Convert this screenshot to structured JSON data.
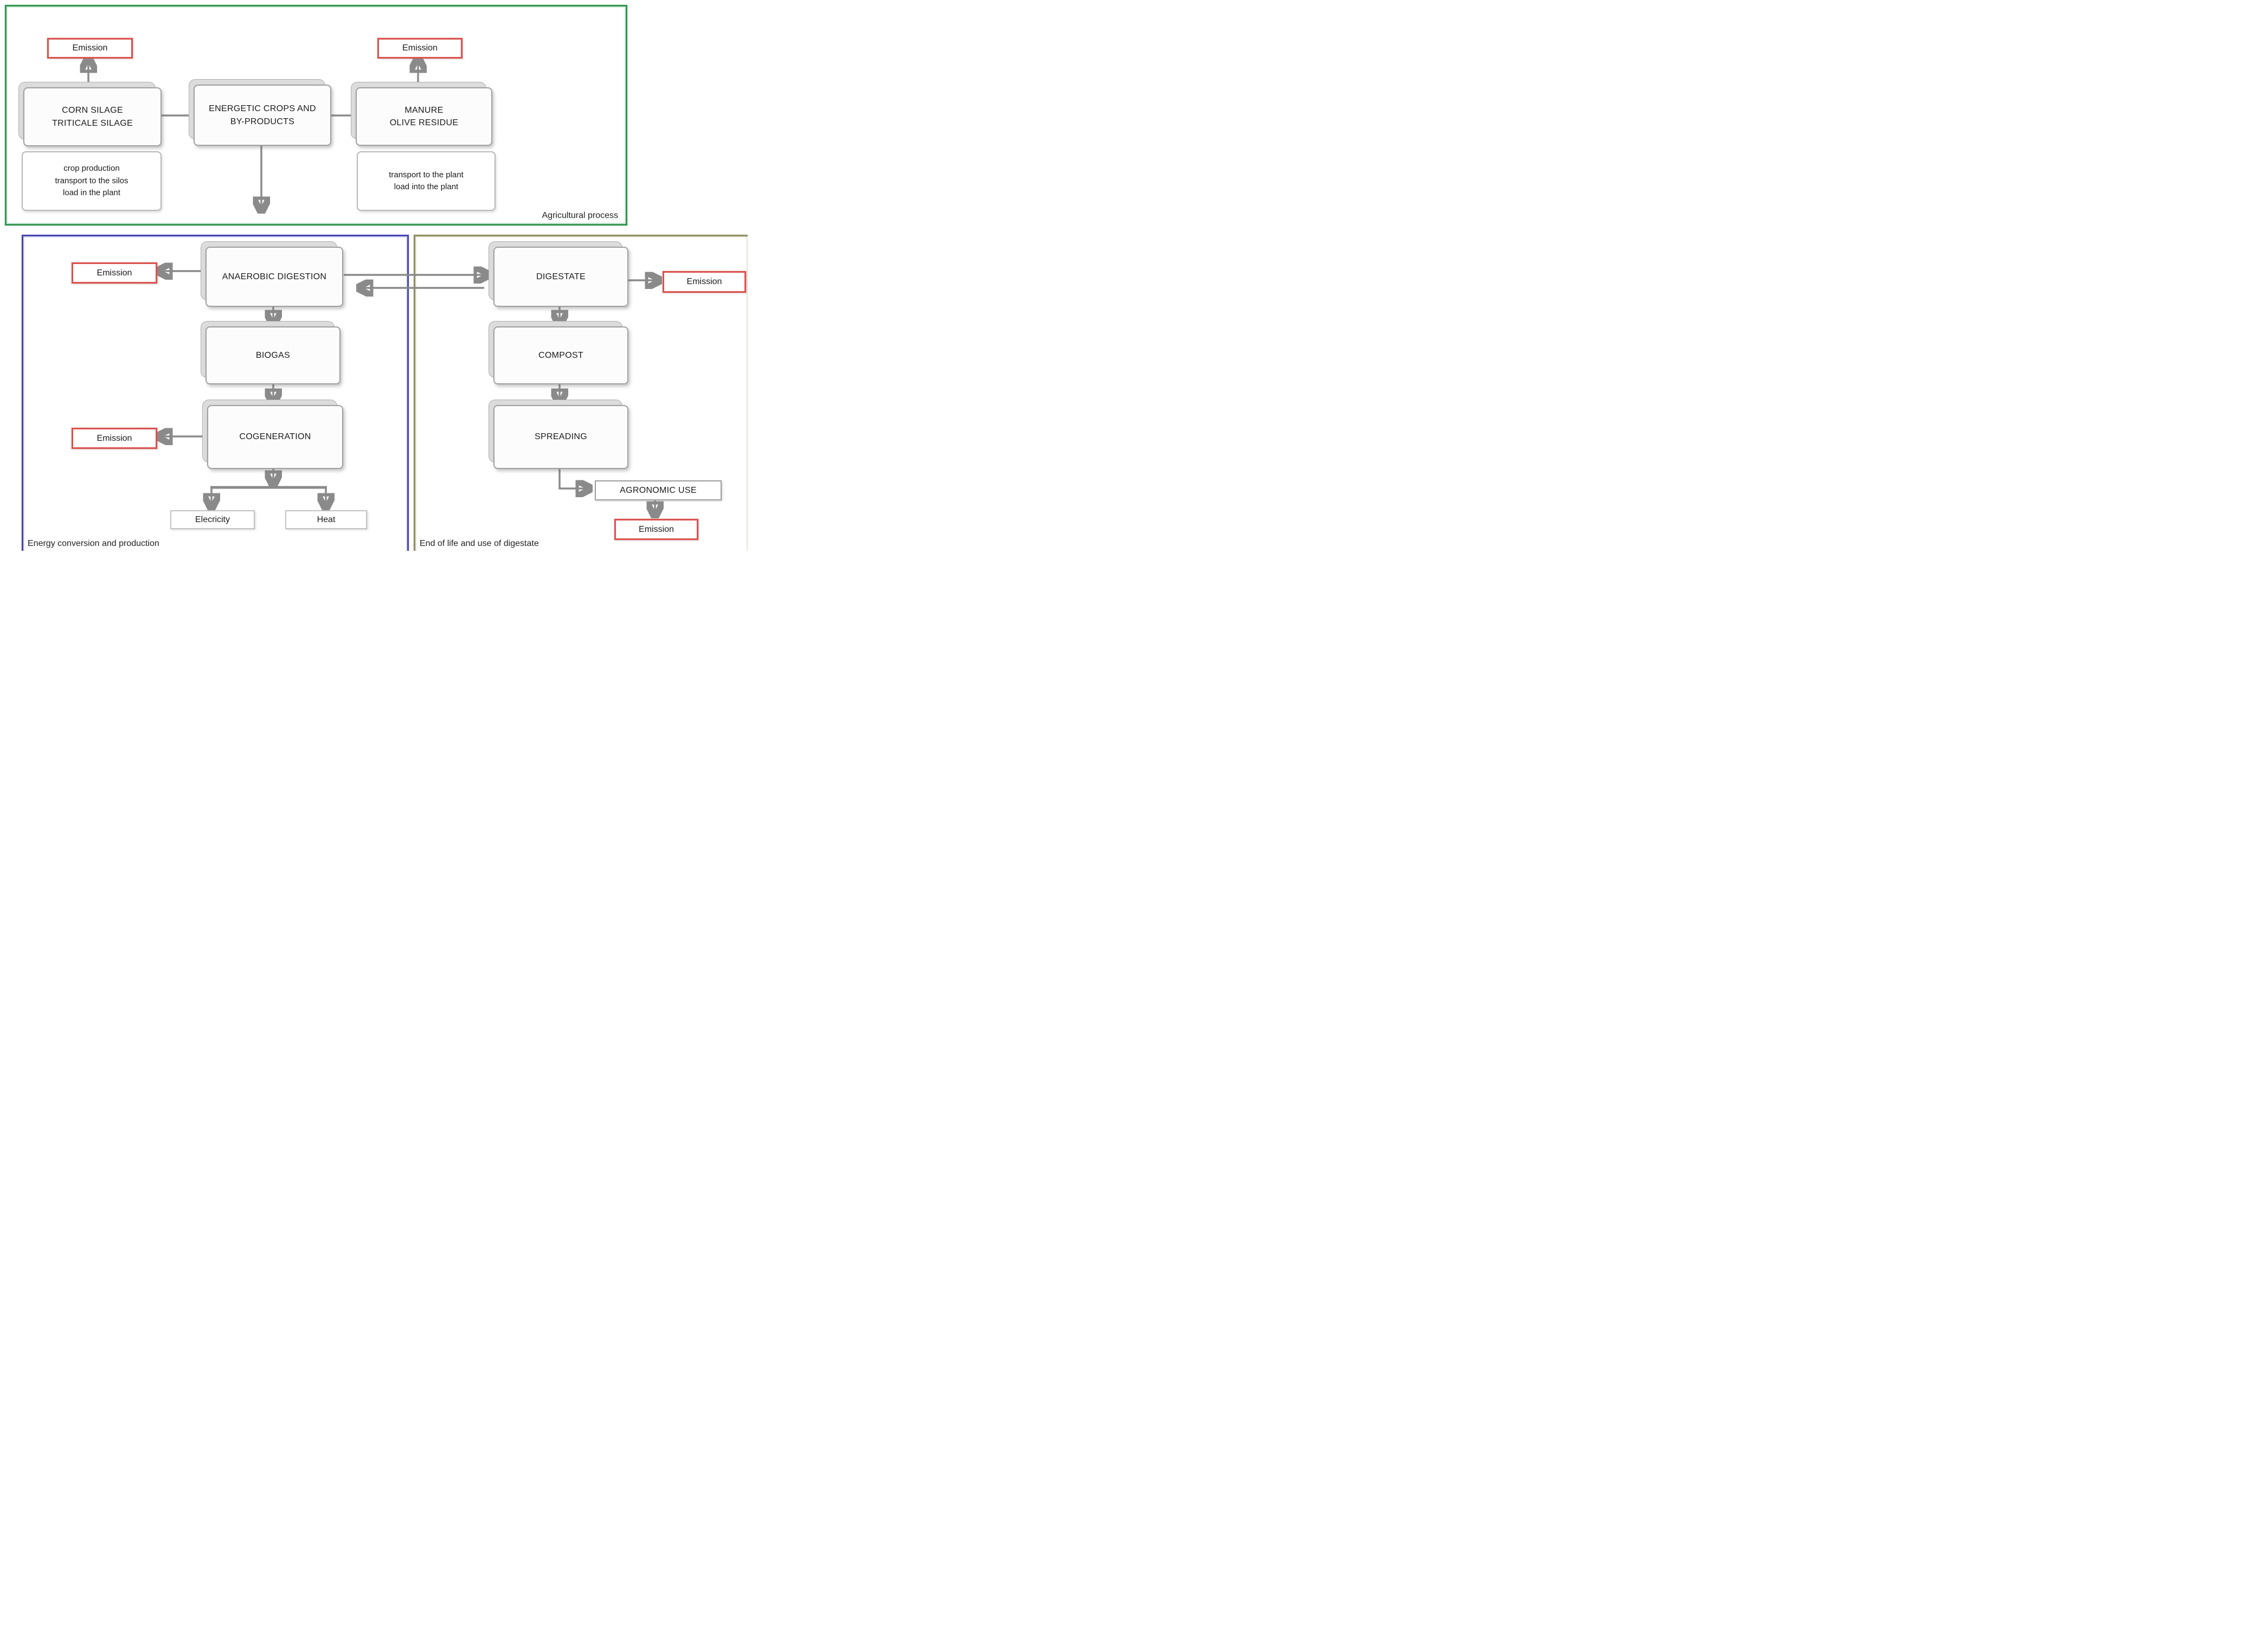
{
  "colors": {
    "section_green": "#359551",
    "section_blue": "#4747b3",
    "section_olive": "#8f8f63",
    "emission_red": "#d9534f",
    "arrow_gray": "#8a8a8a"
  },
  "sections": {
    "agricultural": {
      "label": "Agricultural process"
    },
    "energy": {
      "label": "Energy conversion and production"
    },
    "end_of_life": {
      "label": "End of life and use of digestate"
    }
  },
  "nodes": {
    "emission_corn": {
      "label": "Emission"
    },
    "emission_manure": {
      "label": "Emission"
    },
    "emission_anaerobic": {
      "label": "Emission"
    },
    "emission_cogeneration": {
      "label": "Emission"
    },
    "emission_digestate": {
      "label": "Emission"
    },
    "emission_agronomic": {
      "label": "Emission"
    },
    "corn_silage": {
      "line1": "CORN SILAGE",
      "line2": "TRITICALE SILAGE"
    },
    "energetic_crops": {
      "line1": "ENERGETIC CROPS AND",
      "line2": "BY-PRODUCTS"
    },
    "manure": {
      "line1": "MANURE",
      "line2": "OLIVE RESIDUE"
    },
    "crop_production": {
      "line1": "crop production",
      "line2": "transport to the silos",
      "line3": "load in the plant"
    },
    "transport_plant": {
      "line1": "transport to the plant",
      "line2": "load into the plant"
    },
    "anaerobic_digestion": {
      "label": "ANAEROBIC DIGESTION"
    },
    "biogas": {
      "label": "BIOGAS"
    },
    "cogeneration": {
      "label": "COGENERATION"
    },
    "elecricity": {
      "label": "Elecricity"
    },
    "heat": {
      "label": "Heat"
    },
    "digestate": {
      "label": "DIGESTATE"
    },
    "compost": {
      "label": "COMPOST"
    },
    "spreading": {
      "label": "SPREADING"
    },
    "agronomic_use": {
      "label": "AGRONOMIC USE"
    }
  }
}
